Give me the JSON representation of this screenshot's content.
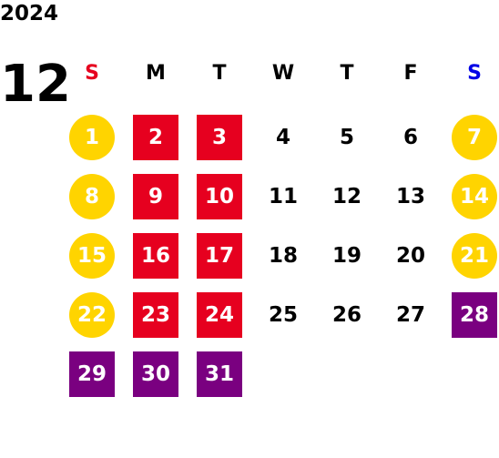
{
  "calendar": {
    "year": "2024",
    "month": "12",
    "weekdays": [
      {
        "label": "S",
        "color": "#e6001f"
      },
      {
        "label": "M",
        "color": "#000000"
      },
      {
        "label": "T",
        "color": "#000000"
      },
      {
        "label": "W",
        "color": "#000000"
      },
      {
        "label": "T",
        "color": "#000000"
      },
      {
        "label": "F",
        "color": "#000000"
      },
      {
        "label": "S",
        "color": "#0000e6"
      }
    ],
    "colors": {
      "holiday_circle": "#ffd400",
      "red_box": "#e6001f",
      "purple_box": "#7a0080"
    },
    "weeks": [
      [
        {
          "day": "1",
          "style": "circle-yellow"
        },
        {
          "day": "2",
          "style": "box-red"
        },
        {
          "day": "3",
          "style": "box-red"
        },
        {
          "day": "4",
          "style": "plain"
        },
        {
          "day": "5",
          "style": "plain"
        },
        {
          "day": "6",
          "style": "plain"
        },
        {
          "day": "7",
          "style": "circle-yellow"
        }
      ],
      [
        {
          "day": "8",
          "style": "circle-yellow"
        },
        {
          "day": "9",
          "style": "box-red"
        },
        {
          "day": "10",
          "style": "box-red"
        },
        {
          "day": "11",
          "style": "plain"
        },
        {
          "day": "12",
          "style": "plain"
        },
        {
          "day": "13",
          "style": "plain"
        },
        {
          "day": "14",
          "style": "circle-yellow"
        }
      ],
      [
        {
          "day": "15",
          "style": "circle-yellow"
        },
        {
          "day": "16",
          "style": "box-red"
        },
        {
          "day": "17",
          "style": "box-red"
        },
        {
          "day": "18",
          "style": "plain"
        },
        {
          "day": "19",
          "style": "plain"
        },
        {
          "day": "20",
          "style": "plain"
        },
        {
          "day": "21",
          "style": "circle-yellow"
        }
      ],
      [
        {
          "day": "22",
          "style": "circle-yellow"
        },
        {
          "day": "23",
          "style": "box-red"
        },
        {
          "day": "24",
          "style": "box-red"
        },
        {
          "day": "25",
          "style": "plain"
        },
        {
          "day": "26",
          "style": "plain"
        },
        {
          "day": "27",
          "style": "plain"
        },
        {
          "day": "28",
          "style": "box-purple"
        }
      ],
      [
        {
          "day": "29",
          "style": "box-purple"
        },
        {
          "day": "30",
          "style": "box-purple"
        },
        {
          "day": "31",
          "style": "box-purple"
        }
      ]
    ]
  }
}
